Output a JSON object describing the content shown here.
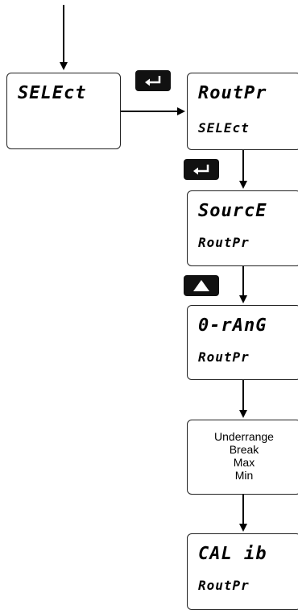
{
  "select_box": {
    "display": "SELEct"
  },
  "steps": [
    {
      "top": "RoutPr",
      "bottom": "SELEct"
    },
    {
      "top": "SourcE",
      "bottom": "RoutPr"
    },
    {
      "top": "0-rAnG",
      "bottom": "RoutPr"
    }
  ],
  "options_box": {
    "items": [
      "Underrange",
      "Break",
      "Max",
      "Min"
    ]
  },
  "final_box": {
    "top": "CAL ib",
    "bottom": "RoutPr"
  },
  "keys": [
    {
      "name": "enter-key",
      "icon": "enter-arrow-icon"
    },
    {
      "name": "enter-key",
      "icon": "enter-arrow-icon"
    },
    {
      "name": "up-key",
      "icon": "up-triangle-icon"
    }
  ],
  "colors": {
    "line": "#000000",
    "key_fill": "#111111",
    "key_glyph": "#ffffff"
  }
}
